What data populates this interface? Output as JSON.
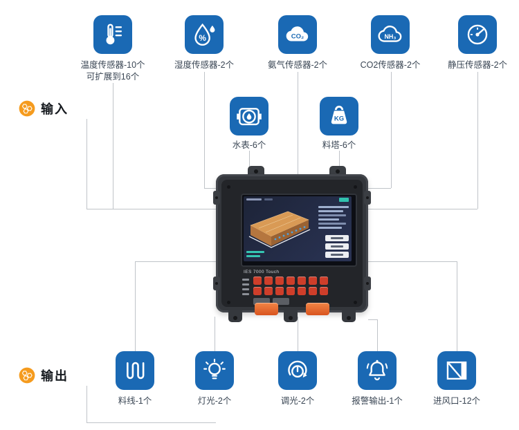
{
  "palette": {
    "icon_blue": "#1a69b4",
    "honeycomb_orange": "#f59b1e",
    "connector_gray": "#bfc3c8",
    "label_color": "#3a4654",
    "device_clip_orange": "#e8632c"
  },
  "input_group": {
    "label": "输入",
    "icon": "honeycomb-icon"
  },
  "output_group": {
    "label": "输出",
    "icon": "honeycomb-icon"
  },
  "inputs": [
    {
      "icon": "thermometer-icon",
      "label": "温度传感器-10个",
      "label2": "可扩展到16个"
    },
    {
      "icon": "humidity-drop-icon",
      "label": "湿度传感器-2个"
    },
    {
      "icon": "co2-cloud-icon",
      "label": "氨气传感器-2个"
    },
    {
      "icon": "nh3-cloud-icon",
      "label": "CO2传感器-2个"
    },
    {
      "icon": "pressure-gauge-icon",
      "label": "静压传感器-2个"
    }
  ],
  "inputs_row2": [
    {
      "icon": "water-meter-icon",
      "label": "水表-6个"
    },
    {
      "icon": "kg-weight-icon",
      "label": "料塔-6个"
    }
  ],
  "outputs": [
    {
      "icon": "feed-line-icon",
      "label": "料线-1个"
    },
    {
      "icon": "light-bulb-icon",
      "label": "灯光-2个"
    },
    {
      "icon": "dimmer-knob-icon",
      "label": "调光-2个"
    },
    {
      "icon": "alarm-bell-icon",
      "label": "报警输出-1个"
    },
    {
      "icon": "air-inlet-icon",
      "label": "进风口-12个"
    }
  ],
  "icon_text": {
    "percent": "%",
    "co2": "CO₂",
    "nh3": "NH₃",
    "kg": "KG"
  },
  "device": {
    "brand": "IES 7000 Touch"
  }
}
